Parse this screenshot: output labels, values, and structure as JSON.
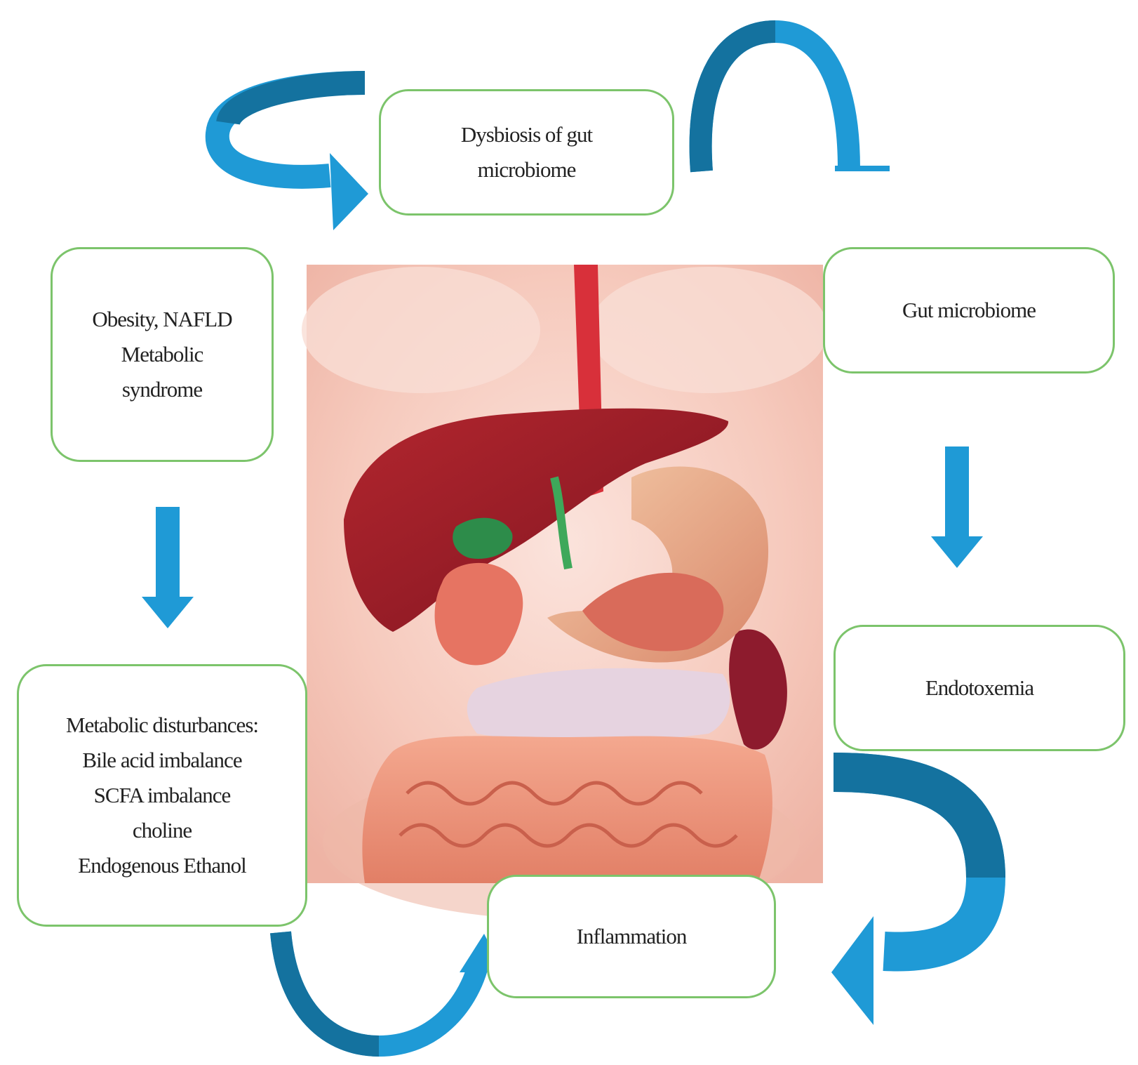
{
  "colors": {
    "arrow_light": "#1f9ad6",
    "arrow_dark": "#14729f",
    "box_border": "#7cc46b",
    "box_text": "#222222"
  },
  "illustration": {
    "icon": "digestive-system-illustration"
  },
  "nodes": {
    "dysbiosis": "Dysbiosis of gut\nmicrobiome",
    "obesity": "Obesity, NAFLD\nMetabolic\nsyndrome",
    "gut_microbiome": "Gut microbiome",
    "endotoxemia": "Endotoxemia",
    "metabolic": "Metabolic disturbances:\nBile acid imbalance\nSCFA imbalance\ncholine\nEndogenous Ethanol",
    "inflammation": "Inflammation"
  }
}
